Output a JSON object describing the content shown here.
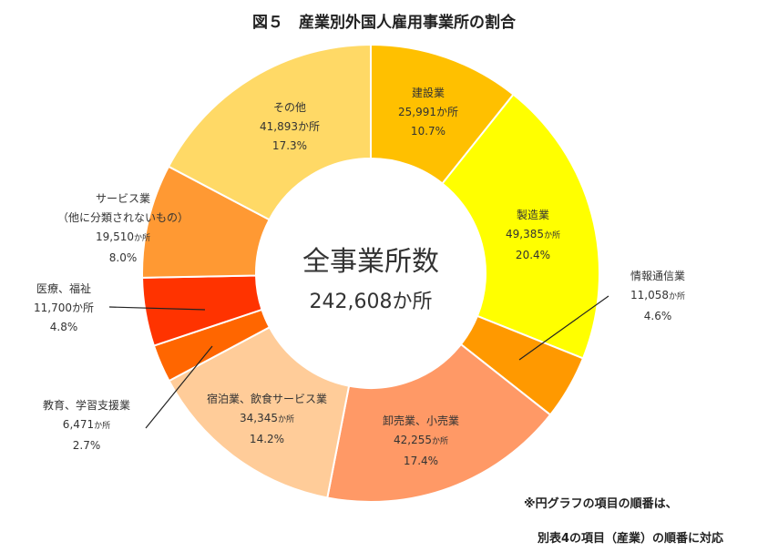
{
  "chart_data": {
    "type": "pie",
    "title": "図５　産業別外国人雇用事業所の割合",
    "center_label": {
      "title": "全事業所数",
      "value": "242,608か所"
    },
    "unit": "か所",
    "slices": [
      {
        "label": "建設業",
        "value": 25991,
        "value_text": "25,991",
        "percent": "10.7%",
        "color": "#FFC000"
      },
      {
        "label": "製造業",
        "value": 49385,
        "value_text": "49,385",
        "percent": "20.4%",
        "color": "#FFFF00"
      },
      {
        "label": "情報通信業",
        "value": 11058,
        "value_text": "11,058",
        "percent": "4.6%",
        "color": "#FF9900"
      },
      {
        "label": "卸売業、小売業",
        "value": 42255,
        "value_text": "42,255",
        "percent": "17.4%",
        "color": "#FF9966"
      },
      {
        "label": "宿泊業、飲食サービス業",
        "value": 34345,
        "value_text": "34,345",
        "percent": "14.2%",
        "color": "#FFCC99"
      },
      {
        "label": "教育、学習支援業",
        "value": 6471,
        "value_text": "6,471",
        "percent": "2.7%",
        "color": "#FF6600"
      },
      {
        "label": "医療、福祉",
        "value": 11700,
        "value_text": "11,700",
        "percent": "4.8%",
        "color": "#FF3300"
      },
      {
        "label": "サービス業",
        "label2": "（他に分類されないもの）",
        "value": 19510,
        "value_text": "19,510",
        "percent": "8.0%",
        "color": "#FF9933"
      },
      {
        "label": "その他",
        "value": 41893,
        "value_text": "41,893",
        "percent": "17.3%",
        "color": "#FFD966"
      }
    ],
    "notes": [
      "※円グラフの項目の順番は、",
      "別表4の項目（産業）の順番に対応"
    ]
  }
}
